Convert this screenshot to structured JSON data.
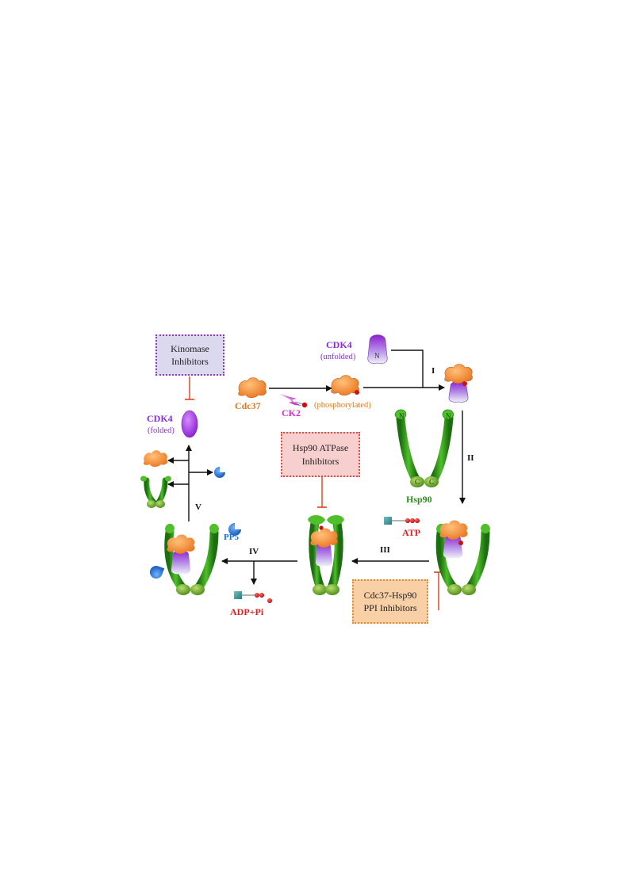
{
  "boxes": {
    "kinomase": [
      "Kinomase",
      "Inhibitors"
    ],
    "atpase": [
      "Hsp90 ATPase",
      "Inhibitors"
    ],
    "ppi": [
      "Cdc37-Hsp90",
      "PPI Inhibitors"
    ]
  },
  "labels": {
    "cdk4": "CDK4",
    "unfolded": "(unfolded)",
    "folded": "(folded)",
    "cdc37": "Cdc37",
    "ck2": "CK2",
    "phosphorylated": "(phosphorylated)",
    "hsp90": "Hsp90",
    "atp": "ATP",
    "adp_pi": "ADP+Pi",
    "pp5": "PP5",
    "n_letter": "N",
    "c_letter": "C"
  },
  "steps": [
    "I",
    "II",
    "III",
    "IV",
    "V"
  ],
  "colors": {
    "cdk4_purple": "#8a2be2",
    "cdc37_orange": "#e07a1a",
    "ck2_magenta": "#cc33cc",
    "hsp90_green": "#2e8b1e",
    "atp_red": "#e02020",
    "pp5_blue": "#1a6fd6",
    "inhibit_red": "#e0401a"
  }
}
